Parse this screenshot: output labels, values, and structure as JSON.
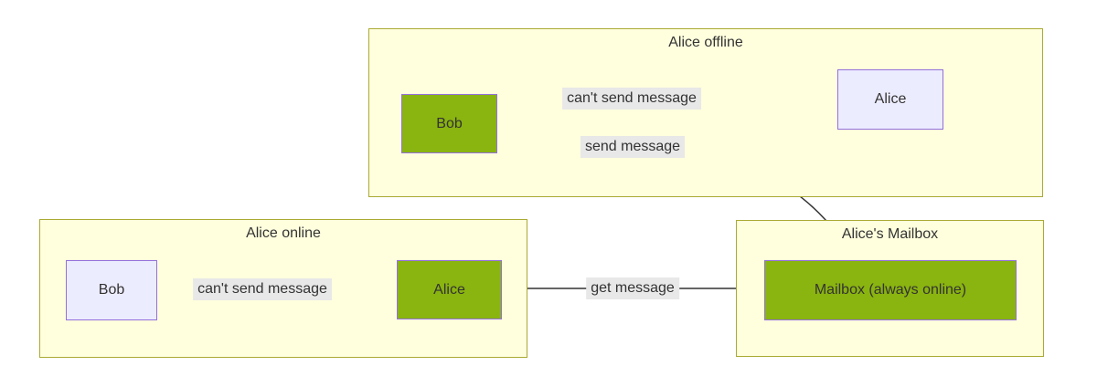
{
  "diagram": {
    "type": "flowchart",
    "subgraphs": [
      {
        "id": "alice-offline",
        "title": "Alice offline"
      },
      {
        "id": "alice-online",
        "title": "Alice online"
      },
      {
        "id": "alices-mailbox",
        "title": "Alice's Mailbox"
      }
    ],
    "nodes": [
      {
        "id": "bob-offline",
        "label": "Bob",
        "variant": "green",
        "subgraph": "alice-offline"
      },
      {
        "id": "alice-offline",
        "label": "Alice",
        "variant": "default",
        "subgraph": "alice-offline"
      },
      {
        "id": "bob-online",
        "label": "Bob",
        "variant": "default",
        "subgraph": "alice-online"
      },
      {
        "id": "alice-online",
        "label": "Alice",
        "variant": "green",
        "subgraph": "alice-online"
      },
      {
        "id": "mailbox",
        "label": "Mailbox (always online)",
        "variant": "green",
        "subgraph": "alices-mailbox"
      }
    ],
    "edges": [
      {
        "from": "bob-offline",
        "to": "alice-offline",
        "label": "can't send message",
        "style": "dotted"
      },
      {
        "from": "bob-offline",
        "to": "mailbox",
        "label": "send message",
        "style": "solid"
      },
      {
        "from": "bob-online",
        "to": "alice-online",
        "label": "can't send message",
        "style": "dotted"
      },
      {
        "from": "alice-online",
        "to": "mailbox",
        "label": "get message",
        "style": "solid"
      }
    ],
    "colors": {
      "subgraph_fill": "#ffffde",
      "subgraph_border": "#aaaa33",
      "node_default_fill": "#ececff",
      "node_green_fill": "#8ab40f",
      "node_border": "#9370db",
      "edge_stroke": "#333333",
      "edge_label_bg": "#e8e8e8",
      "text": "#333333"
    }
  }
}
